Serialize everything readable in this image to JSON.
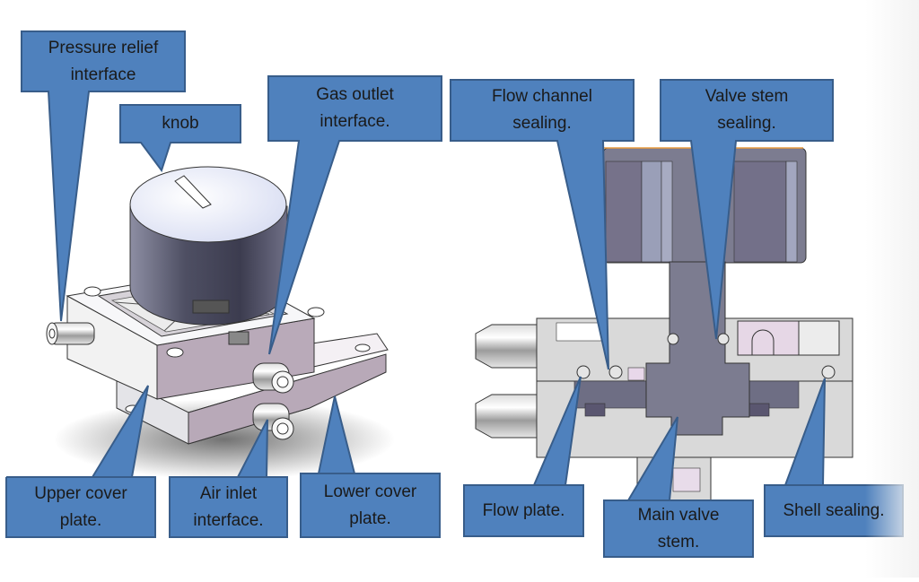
{
  "figure": {
    "left_view": "3D assembly view of valve",
    "right_view": "Cross-section view of valve"
  },
  "colors": {
    "callout_fill": "#4f81bd",
    "callout_stroke": "#385d8a",
    "label_text": "#1a1a1a"
  },
  "callouts": {
    "pressure_relief": "Pressure relief\ninterface",
    "knob": "knob",
    "gas_outlet": "Gas outlet\ninterface.",
    "flow_channel_sealing": "Flow channel\nsealing.",
    "valve_stem_sealing": "Valve stem\nsealing.",
    "upper_cover": "Upper cover\nplate.",
    "air_inlet": "Air inlet\ninterface.",
    "lower_cover": "Lower cover\nplate.",
    "flow_plate": "Flow plate.",
    "main_valve_stem": "Main valve\nstem.",
    "shell_sealing": "Shell sealing."
  }
}
